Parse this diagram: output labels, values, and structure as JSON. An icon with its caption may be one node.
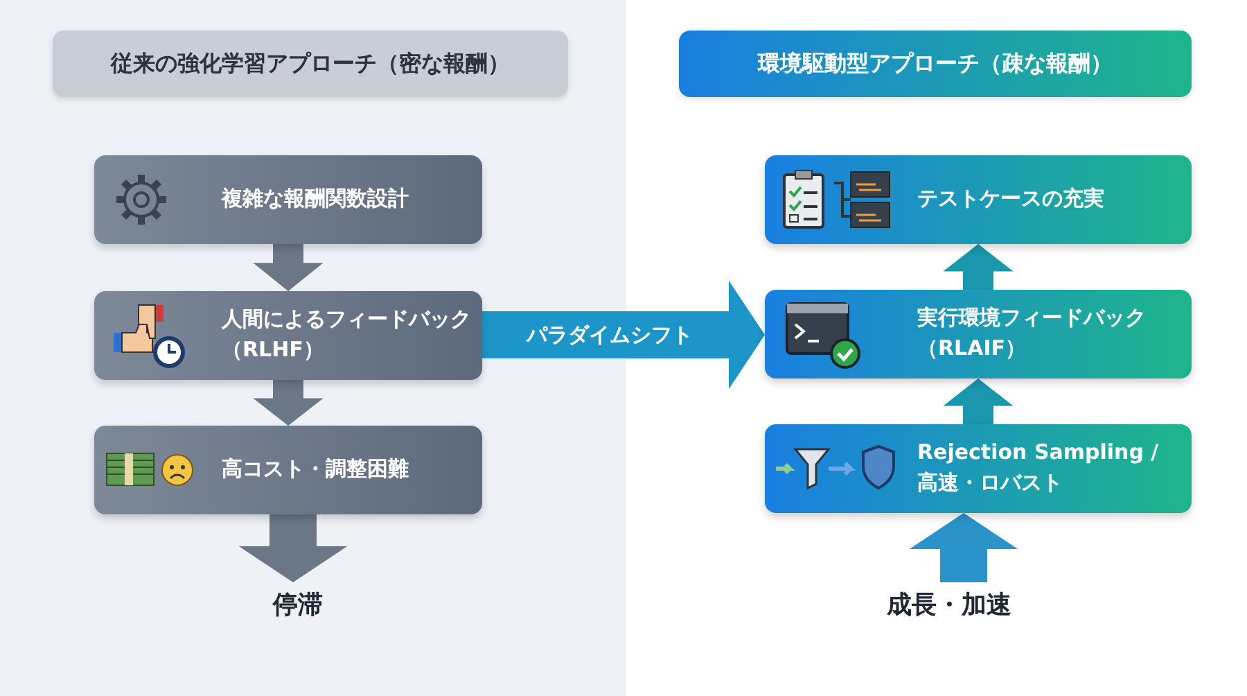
{
  "diagram": {
    "nodes": [
      {
        "text": [
          "従来の強化学習アプローチ（密な報酬）"
        ]
      },
      {
        "text": [
          "複雑な報酬関数設計"
        ]
      },
      {
        "text": [
          "人間によるフィードバック（RLHF）"
        ]
      },
      {
        "text": [
          "高コスト・調整困難"
        ]
      },
      {
        "text": [
          "停滞"
        ]
      },
      {
        "text": [
          "環境駆動型アプローチ（疎な報酬）"
        ]
      },
      {
        "text": [
          "テストケースの充実"
        ]
      },
      {
        "text": [
          "実行環境フィードバック（RLAIF）"
        ]
      },
      {
        "text": [
          "Rejection Sampling / 高速・ロバスト"
        ]
      },
      {
        "text": [
          "成長・加速"
        ]
      }
    ],
    "edges": [
      {
        "from": 1,
        "to": 2,
        "arrow": "to",
        "color": "#6b7687"
      },
      {
        "from": 2,
        "to": 3,
        "arrow": "to",
        "color": "#6b7687"
      },
      {
        "from": 3,
        "to": 4,
        "arrow": "to",
        "color": "#6b7687"
      },
      {
        "from": 2,
        "to": 7,
        "arrow": "to",
        "color": "#1e95c8",
        "label": "パラダイムシフト"
      },
      {
        "from": 9,
        "to": 8,
        "arrow": "to",
        "color": "#2a93c9"
      },
      {
        "from": 8,
        "to": 7,
        "arrow": "to",
        "color": "#1a96ad"
      },
      {
        "from": 7,
        "to": 6,
        "arrow": "to",
        "color": "#1a96ad"
      }
    ]
  }
}
